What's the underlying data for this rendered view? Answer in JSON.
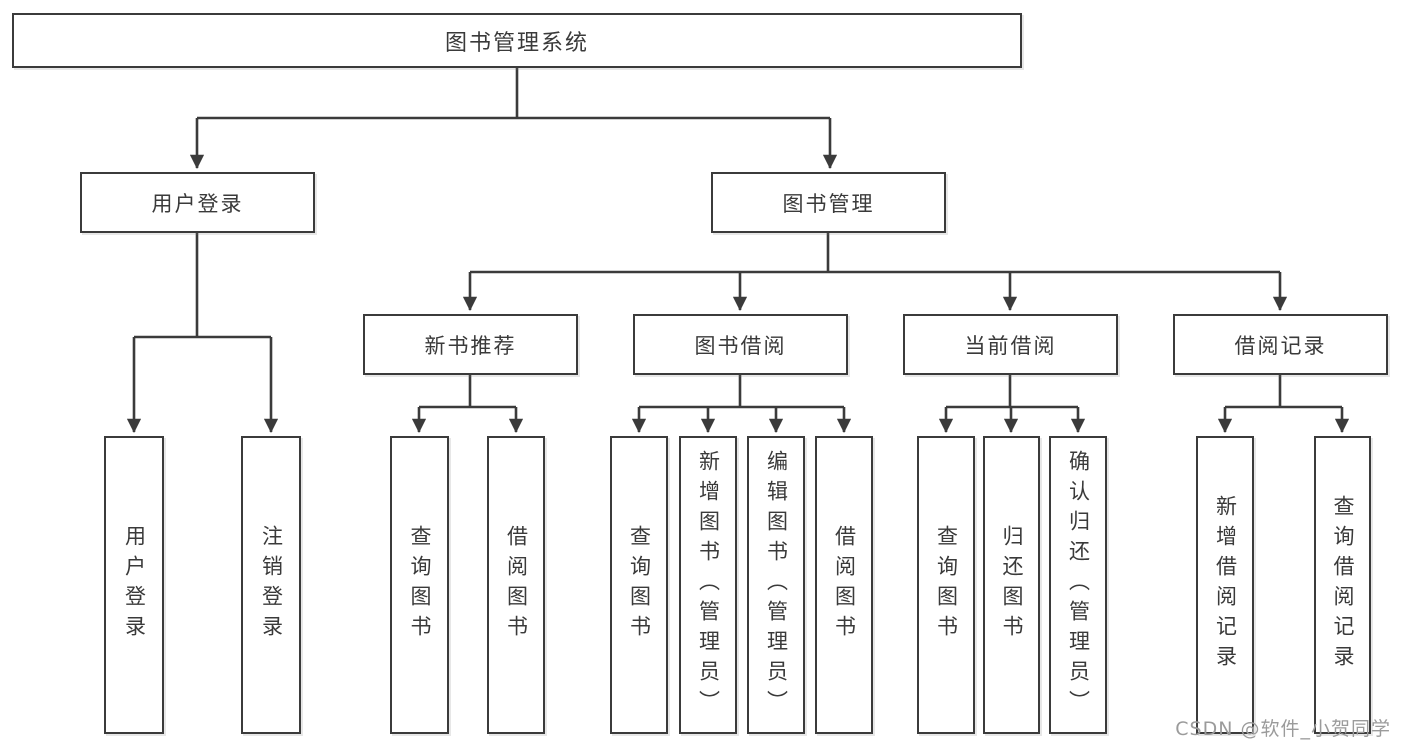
{
  "diagram": {
    "root": "图书管理系统",
    "level1": [
      "用户登录",
      "图书管理"
    ],
    "level2": [
      "新书推荐",
      "图书借阅",
      "当前借阅",
      "借阅记录"
    ],
    "leaves": {
      "user_login": [
        "用户登录",
        "注销登录"
      ],
      "new_books": [
        "查询图书",
        "借阅图书"
      ],
      "book_borrow": [
        "查询图书",
        "新增图书（管理员）",
        "编辑图书（管理员）",
        "借阅图书"
      ],
      "current_borrow": [
        "查询图书",
        "归还图书",
        "确认归还（管理员）"
      ],
      "borrow_records": [
        "新增借阅记录",
        "查询借阅记录"
      ]
    }
  },
  "watermark": "CSDN @软件_小贺同学",
  "colors": {
    "line": "#3b3b3b",
    "box_fill": "#ffffff",
    "text": "#3a3a3a",
    "watermark": "#9b9b9b"
  }
}
